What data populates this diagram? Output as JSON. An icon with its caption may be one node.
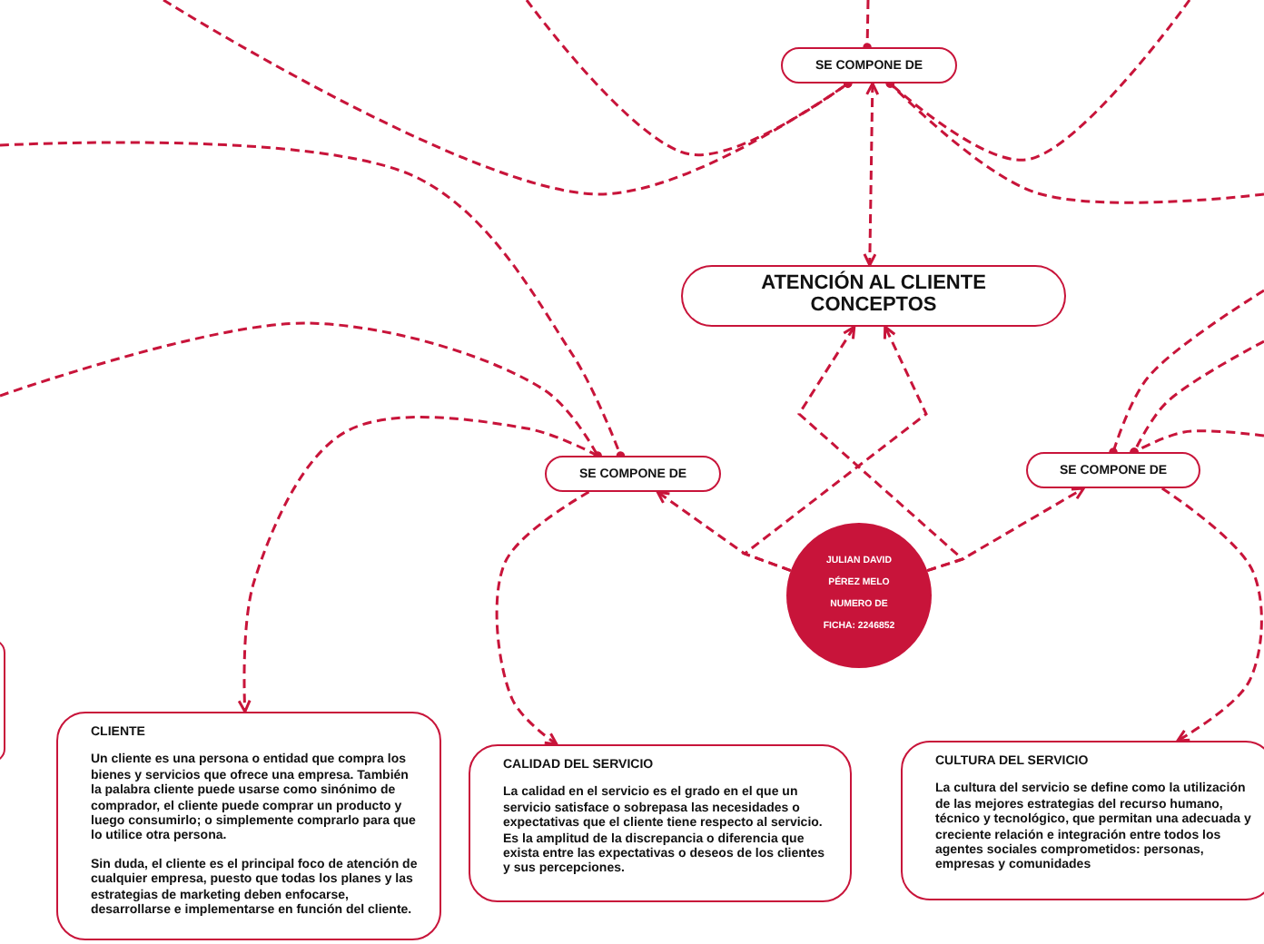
{
  "diagram": {
    "nodes": [
      {
        "text": [
          "ATENCIÓN AL CLIENTE CONCEPTOS"
        ]
      },
      {
        "text": [
          "JULIAN DAVID PÉREZ MELO NUMERO DE FICHA: 2246852"
        ]
      },
      {
        "text": [
          "SE COMPONE DE"
        ]
      },
      {
        "text": [
          "SE COMPONE DE"
        ]
      },
      {
        "text": [
          "SE COMPONE DE"
        ]
      },
      {
        "text": [
          "CLIENTE",
          "Un cliente es una persona o entidad que compra los bienes y servicios que ofrece una empresa. También la palabra cliente puede usarse como sinónimo de comprador, el cliente puede comprar un producto y luego consumirlo; o simplemente comprarlo para que lo utilice otra persona.",
          "Sin duda, el cliente es el principal foco de atención de cualquier empresa, puesto que todas los planes y las estrategias de marketing deben enfocarse, desarrollarse e implementarse en función del cliente."
        ]
      },
      {
        "text": [
          "CALIDAD DEL SERVICIO",
          "La calidad en el servicio es el grado en el que un servicio satisface o sobrepasa las necesidades o expectativas que el cliente tiene respecto al servicio. Es la amplitud de la discrepancia o diferencia que exista entre las expectativas o deseos de los clientes y sus percepciones."
        ]
      },
      {
        "text": [
          "CULTURA DEL SERVICIO",
          "La cultura del servicio se define como la utilización de las mejores estrategias del recurso humano, técnico y tecnológico, que permitan una adecuada y creciente relación e integración entre todos los agentes sociales comprometidos: personas, empresas y comunidades"
        ]
      },
      {
        "text": [],
        "shape": "box"
      }
    ],
    "edges": [
      {
        "from": 2,
        "to": 0,
        "arrow": "both",
        "style": "dashed"
      },
      {
        "from": 1,
        "to": 0,
        "arrow": "to",
        "style": "dashed"
      },
      {
        "from": 1,
        "to": 0,
        "arrow": "to",
        "style": "dashed"
      },
      {
        "from": 1,
        "to": 3,
        "arrow": "to",
        "style": "dashed"
      },
      {
        "from": 1,
        "to": 4,
        "arrow": "to",
        "style": "dashed"
      },
      {
        "from": 3,
        "to": 5,
        "arrow": "to",
        "style": "dashed"
      },
      {
        "from": 3,
        "to": 6,
        "arrow": "to",
        "style": "dashed"
      },
      {
        "from": 4,
        "to": 7,
        "arrow": "to",
        "style": "dashed"
      },
      {
        "from": null,
        "to": 2,
        "arrow": "other",
        "style": "dashed"
      },
      {
        "from": null,
        "to": 2,
        "arrow": "other",
        "style": "dashed"
      },
      {
        "from": null,
        "to": 2,
        "arrow": "other",
        "style": "dashed"
      },
      {
        "from": null,
        "to": 2,
        "arrow": "other",
        "style": "dashed"
      },
      {
        "from": null,
        "to": 2,
        "arrow": "other",
        "style": "dashed"
      },
      {
        "from": null,
        "to": 3,
        "arrow": "other",
        "style": "dashed"
      },
      {
        "from": null,
        "to": 3,
        "arrow": "other",
        "style": "dashed"
      },
      {
        "from": null,
        "to": 4,
        "arrow": "other",
        "style": "dashed"
      },
      {
        "from": null,
        "to": 4,
        "arrow": "other",
        "style": "dashed"
      },
      {
        "from": null,
        "to": 4,
        "arrow": "other",
        "style": "dashed"
      }
    ]
  }
}
